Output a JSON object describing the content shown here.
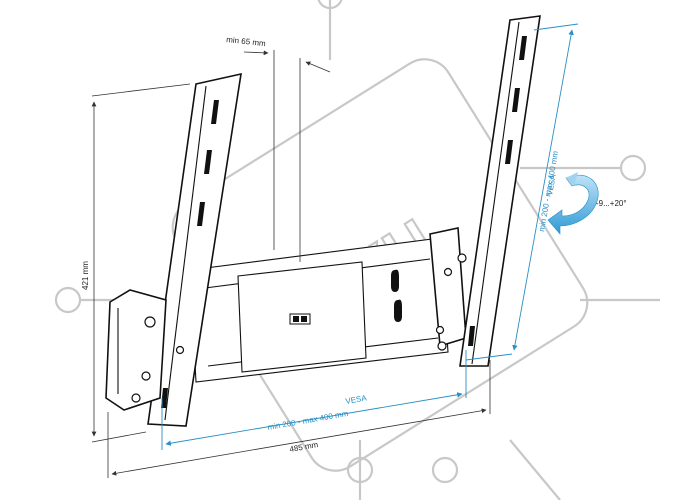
{
  "labels": {
    "min_depth": "min 65 mm",
    "height": "421 mm",
    "width": "485 mm",
    "vesa_horizontal_title": "VESA",
    "vesa_horizontal_range": "min 200 - max 400 mm",
    "vesa_vertical_title": "VESA",
    "vesa_vertical_range": "min 200 - max 400 mm",
    "tilt_range": "-9...+20°"
  },
  "watermark": {
    "text": "ККЦ"
  },
  "colors": {
    "line": "#111111",
    "dimension": "#333333",
    "vesa_accent": "#2a8fc4",
    "tilt_arrow": "#3aa6df",
    "watermark": "#c8c8c8"
  }
}
